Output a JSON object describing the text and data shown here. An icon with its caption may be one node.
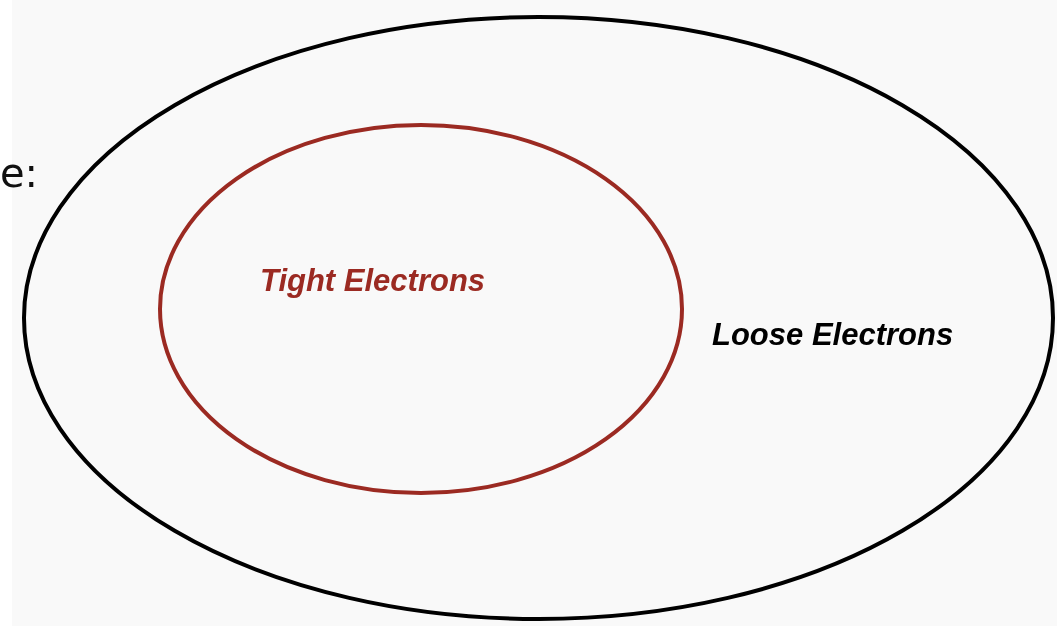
{
  "diagram": {
    "nodes": [
      {
        "text": [
          "Loose Electrons"
        ]
      },
      {
        "text": [
          "Tight Electrons"
        ],
        "in": 0
      }
    ],
    "labels": [
      "e:"
    ]
  }
}
